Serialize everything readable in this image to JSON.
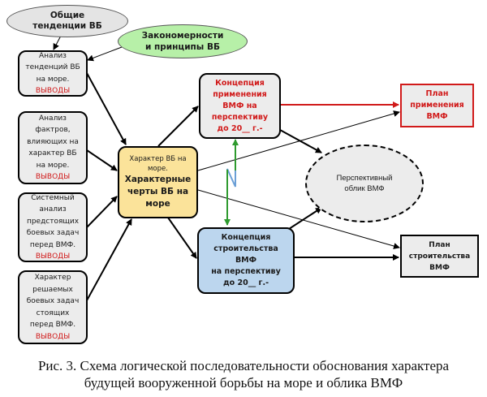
{
  "colors": {
    "box_fill": "#ececec",
    "center_fill": "#fbe39a",
    "build_concept_fill": "#bcd6ee",
    "patterns_fill": "#b7f0a8",
    "trends_fill": "#e4e4e4",
    "red": "#d11a1a",
    "green": "#2e9a2e",
    "blue_zigzag": "#6b9fd6",
    "black": "#000000"
  },
  "nodes": {
    "general_trends": {
      "lines": [
        "Общие",
        "тенденции ВБ"
      ]
    },
    "patterns": {
      "lines": [
        "Закономерности",
        "и принципы ВБ"
      ]
    },
    "analysis_trends": {
      "lines": [
        "Анализ",
        "тенденций ВБ",
        "на море."
      ],
      "conclusion": "ВЫВОДЫ"
    },
    "analysis_factors": {
      "lines": [
        "Анализ",
        "фактров,",
        "влияющих на",
        "характер ВБ",
        "на море."
      ],
      "conclusion": "ВЫВОДЫ"
    },
    "system_analysis": {
      "lines": [
        "Системный",
        "анализ",
        "предстоящих",
        "боевых задач",
        "перед ВМФ."
      ],
      "conclusion": "ВЫВОДЫ"
    },
    "tasks_character": {
      "lines": [
        "Характер",
        "решаемых",
        "боевых задач",
        "стоящих",
        "перед ВМФ."
      ],
      "conclusion": "ВЫВОДЫ"
    },
    "center": {
      "small_lines": [
        "Характер ВБ на",
        "море."
      ],
      "bold_lines": [
        "Характерные",
        "черты ВБ на",
        "море"
      ]
    },
    "employment_concept": {
      "lines": [
        "Концепция",
        "применения",
        "ВМФ на",
        "перспективу",
        "до 20__ г.-"
      ]
    },
    "construction_concept": {
      "lines": [
        "Концепция",
        "строительства",
        "ВМФ",
        "на перспективу",
        "до 20__ г.-"
      ]
    },
    "future_image": {
      "lines": [
        "Перспективный",
        "облик ВМФ"
      ]
    },
    "employment_plan": {
      "lines": [
        "План",
        "применения",
        "ВМФ"
      ]
    },
    "construction_plan": {
      "lines": [
        "План",
        "строительства",
        "ВМФ"
      ]
    }
  },
  "caption": {
    "line1": "Рис. 3. Схема логической последовательности обоснования характера",
    "line2": "будущей вооруженной борьбы на море и облика ВМФ"
  }
}
